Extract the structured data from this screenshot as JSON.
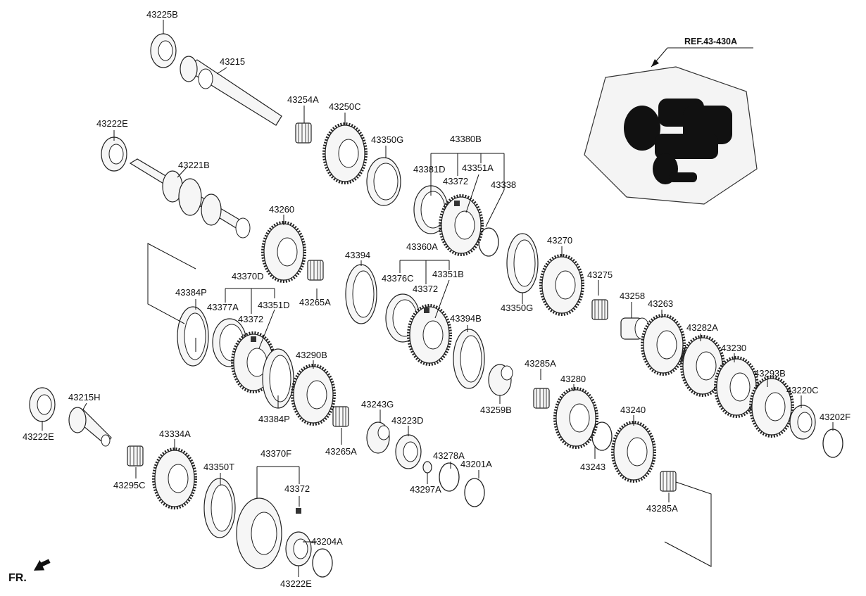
{
  "reference": "REF.43-430A",
  "front_label": "FR.",
  "labels": {
    "p43225B": "43225B",
    "p43215": "43215",
    "p43254A": "43254A",
    "p43250C": "43250C",
    "p43222E_a": "43222E",
    "p43221B": "43221B",
    "p43350G_a": "43350G",
    "p43380B": "43380B",
    "p43381D": "43381D",
    "p43351A": "43351A",
    "p43372_a": "43372",
    "p43338": "43338",
    "p43260": "43260",
    "p43394": "43394",
    "p43360A": "43360A",
    "p43370D": "43370D",
    "p43376C": "43376C",
    "p43351B": "43351B",
    "p43372_b": "43372",
    "p43270": "43270",
    "p43384P_a": "43384P",
    "p43377A": "43377A",
    "p43351D": "43351D",
    "p43265A_a": "43265A",
    "p43350G_b": "43350G",
    "p43275": "43275",
    "p43372_c": "43372",
    "p43394B": "43394B",
    "p43258": "43258",
    "p43263": "43263",
    "p43282A": "43282A",
    "p43290B": "43290B",
    "p43230": "43230",
    "p43285A_a": "43285A",
    "p43293B": "43293B",
    "p43280": "43280",
    "p43215H": "43215H",
    "p43243G": "43243G",
    "p43259B": "43259B",
    "p43220C": "43220C",
    "p43202F": "43202F",
    "p43222E_b": "43222E",
    "p43384P_b": "43384P",
    "p43223D": "43223D",
    "p43334A": "43334A",
    "p43265A_b": "43265A",
    "p43240": "43240",
    "p43350T": "43350T",
    "p43370F": "43370F",
    "p43278A": "43278A",
    "p43243": "43243",
    "p43201A": "43201A",
    "p43295C": "43295C",
    "p43297A": "43297A",
    "p43372_d": "43372",
    "p43285A_b": "43285A",
    "p43204A": "43204A",
    "p43222E_c": "43222E"
  }
}
